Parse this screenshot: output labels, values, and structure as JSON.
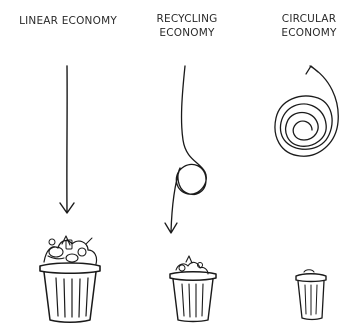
{
  "columns": [
    {
      "id": "linear",
      "label_lines": [
        "LINEAR ECONOMY"
      ]
    },
    {
      "id": "recycling",
      "label_lines": [
        "RECYCLING",
        "ECONOMY"
      ]
    },
    {
      "id": "circular",
      "label_lines": [
        "CIRCULAR",
        "ECONOMY"
      ]
    }
  ],
  "colors": {
    "ink": "#1a1a1a",
    "background": "#ffffff"
  }
}
